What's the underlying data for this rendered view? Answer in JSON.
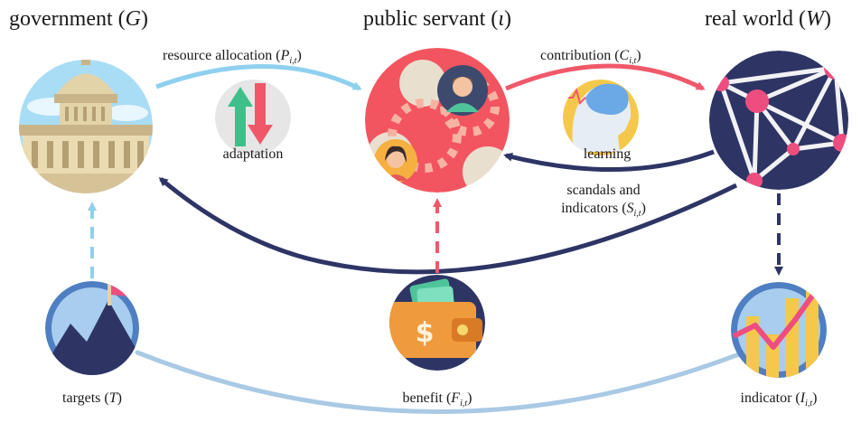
{
  "nodes": {
    "government": {
      "title": "government (",
      "sym": "G",
      "close": ")"
    },
    "public_servant": {
      "title": "public servant (",
      "sym": "ι",
      "close": ")"
    },
    "real_world": {
      "title": "real world (",
      "sym": "W",
      "close": ")"
    },
    "targets": {
      "title": "targets (",
      "sym": "T",
      "close": ")"
    },
    "benefit": {
      "title": "benefit (",
      "sym": "F",
      "sub": "i,t",
      "close": ")"
    },
    "indicator": {
      "title": "indicator (",
      "sym": "I",
      "sub": "i,t",
      "close": ")"
    }
  },
  "edges": {
    "resource_allocation": {
      "text": "resource allocation (",
      "sym": "P",
      "sub": "i,t",
      "close": ")"
    },
    "contribution": {
      "text": "contribution (",
      "sym": "C",
      "sub": "i,t",
      "close": ")"
    },
    "scandals": {
      "line1": "scandals and",
      "line2": "indicators (",
      "sym": "S",
      "sub": "i,t",
      "close": ")"
    },
    "adaptation": "adaptation",
    "learning": "learning"
  },
  "colors": {
    "navy": "#2e3565",
    "light_blue": "#8fd0ef",
    "pale_blue": "#a9c9e4",
    "red": "#f0586a",
    "green": "#3fbf8a"
  },
  "icons": {
    "government": "capitol-building-icon",
    "public_servant": "gears-people-icon",
    "real_world": "network-icon",
    "targets": "mountain-flag-icon",
    "benefit": "wallet-icon",
    "indicator": "chart-icon",
    "adaptation": "up-down-arrows-icon",
    "learning": "brain-head-icon"
  }
}
